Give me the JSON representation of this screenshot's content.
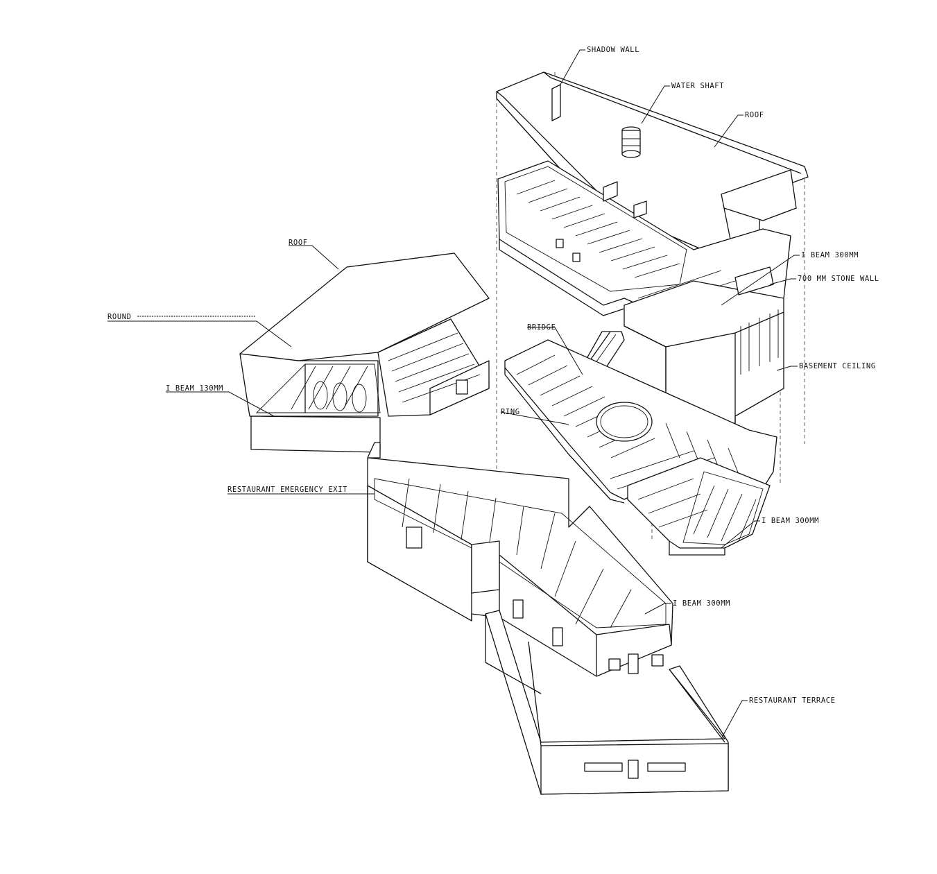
{
  "colors": {
    "ink": "#111111",
    "paper": "#ffffff"
  },
  "labels": {
    "shadow_wall": "SHADOW WALL",
    "water_shaft": "WATER SHAFT",
    "roof_upper": "ROOF",
    "i_beam_300_a": "I BEAM 300MM",
    "stone_wall": "700 MM STONE WALL",
    "bridge": "BRIDGE",
    "basement_ceiling": "BASEMENT CEILING",
    "ring": "RING",
    "i_beam_300_b": "I BEAM 300MM",
    "roof_left": "ROOF",
    "round_prefix": "ROUND",
    "i_beam_130": "I BEAM 130MM",
    "restaurant_emergency_exit": "RESTAURANT EMERGENCY EXIT",
    "i_beam_300_c": "I BEAM 300MM",
    "restaurant_terrace": "RESTAURANT TERRACE"
  }
}
